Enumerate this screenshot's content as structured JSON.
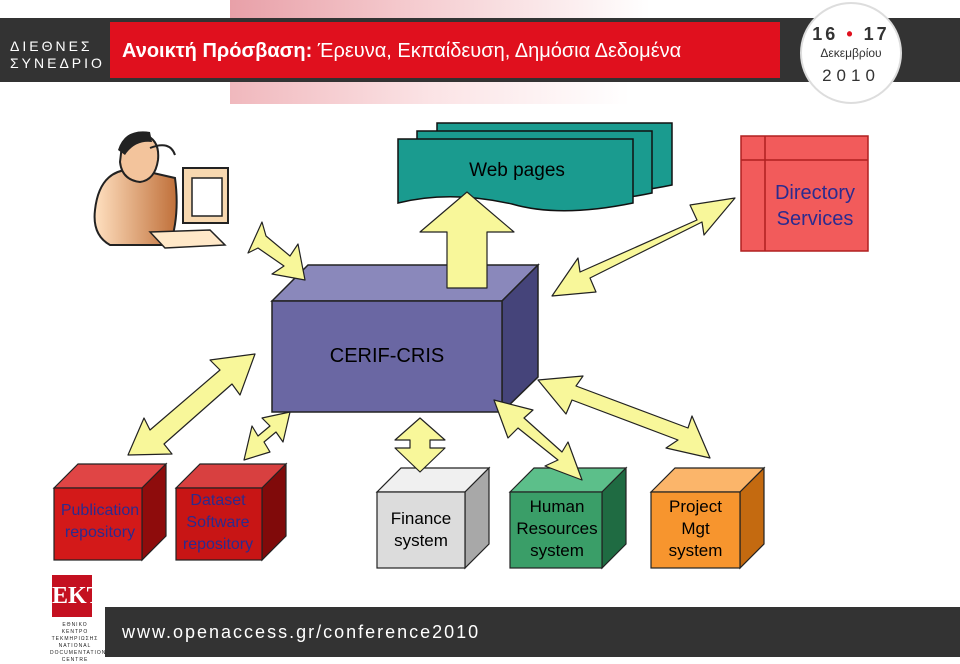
{
  "header": {
    "logo_line1": "ΔΙΕΘΝΕΣ",
    "logo_line2": "ΣΥΝΕΔΡΙΟ",
    "title_bold": "Ανοικτή Πρόσβαση:",
    "title_rest": " Έρευνα, Εκπαίδευση, Δημόσια Δεδομένα",
    "date_days_a": "16",
    "date_days_b": "17",
    "date_month": "Δεκεμβρίου",
    "date_year": "2010"
  },
  "diagram": {
    "web_pages": "Web pages",
    "directory_line1": "Directory",
    "directory_line2": "Services",
    "core": "CERIF-CRIS",
    "publication_line1": "Publication",
    "publication_line2": "repository",
    "dataset_line1": "Dataset",
    "dataset_line2": "Software",
    "dataset_line3": "repository",
    "finance_line1": "Finance",
    "finance_line2": "system",
    "hr_line1": "Human",
    "hr_line2": "Resources",
    "hr_line3": "system",
    "project_line1": "Project",
    "project_line2": "Mgt",
    "project_line3": "system"
  },
  "footer": {
    "url": "www.openaccess.gr/conference2010",
    "ekt_logo": "EKT",
    "ekt_caption_gr": "ΕΘΝΙΚΟ ΚΕΝΤΡΟ ΤΕΚΜΗΡΙΩΣΗΣ",
    "ekt_caption_en": "NATIONAL DOCUMENTATION CENTRE"
  },
  "colors": {
    "header_dark": "#333333",
    "header_red": "#e0101e",
    "web_pages": "#1a9b8f",
    "directory": "#f25b5b",
    "core_front": "#6a67a3",
    "arrow_fill": "#f8f79a",
    "publication": "#d31919",
    "dataset": "#c81515",
    "finance": "#dcdcdc",
    "hr": "#3a9e68",
    "project": "#f7952e"
  }
}
